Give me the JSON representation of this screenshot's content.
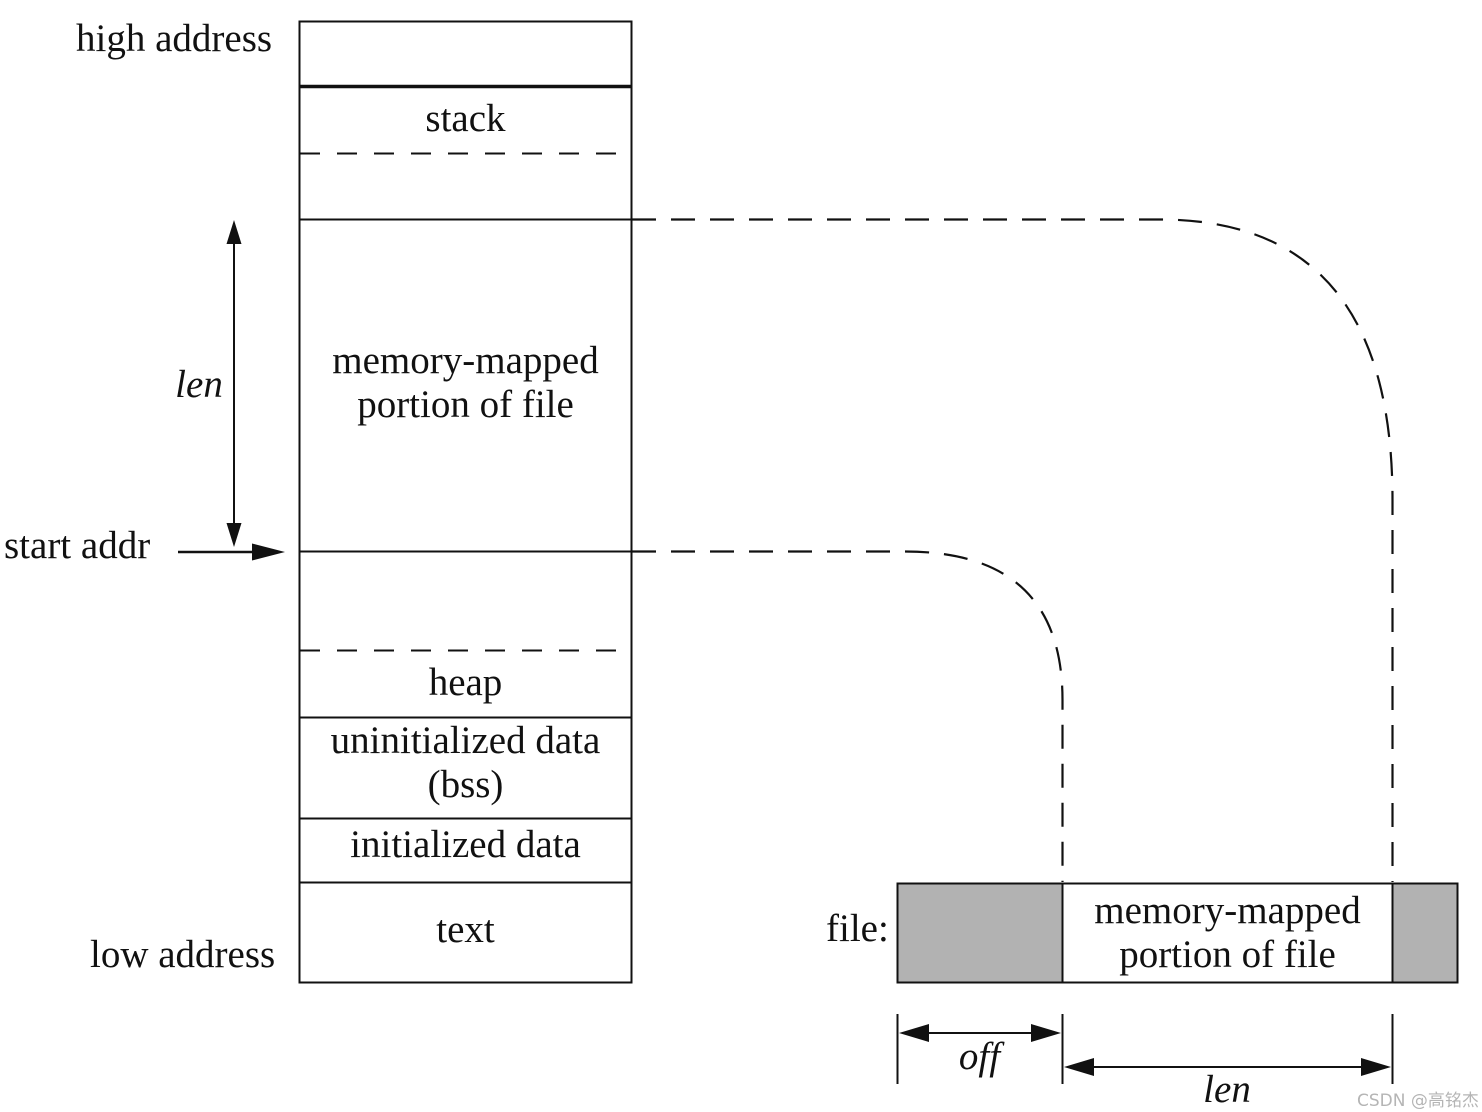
{
  "colors": {
    "line": "#111111",
    "gray_fill": "#b2b2b2",
    "watermark": "#b5b5b5",
    "background": "#ffffff"
  },
  "memory_layout": {
    "high_address": "high address",
    "low_address": "low address",
    "start_addr": "start addr",
    "len": "len",
    "stack": "stack",
    "mmap_line1": "memory-mapped",
    "mmap_line2": "portion of file",
    "heap": "heap",
    "bss_line1": "uninitialized data",
    "bss_line2": "(bss)",
    "initialized_data": "initialized data",
    "text_segment": "text"
  },
  "file_layout": {
    "file": "file:",
    "mmap_line1": "memory-mapped",
    "mmap_line2": "portion of file",
    "off": "off",
    "len": "len"
  },
  "watermark": "CSDN @高铭杰"
}
